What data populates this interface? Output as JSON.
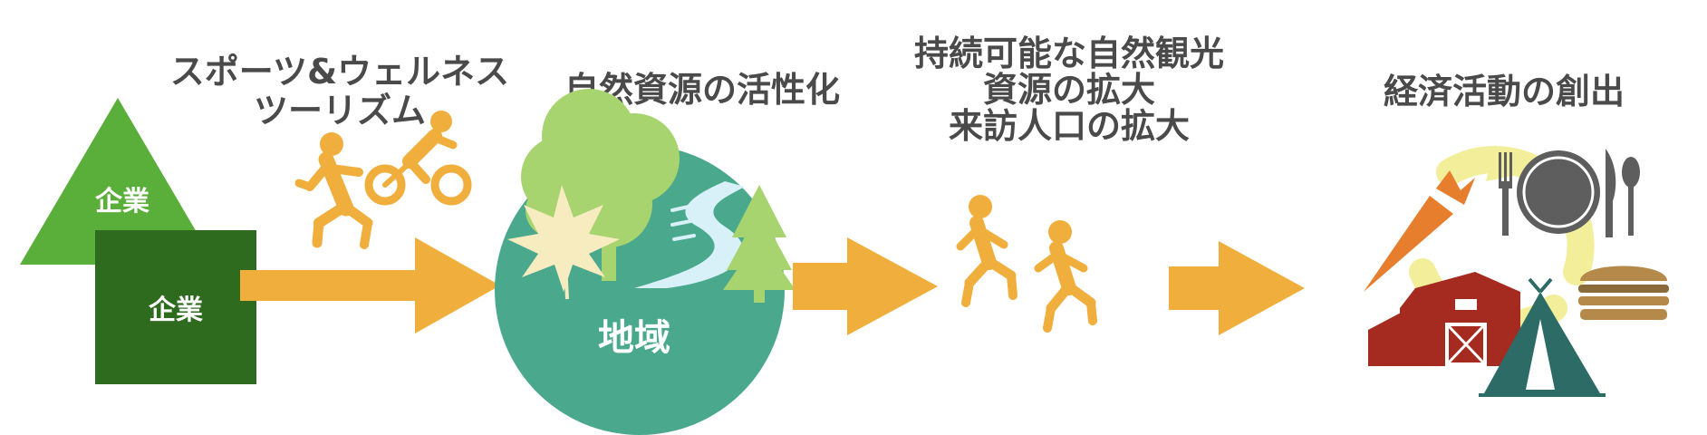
{
  "colors": {
    "orange": "#F0AE3C",
    "green_light": "#5AAE3A",
    "green_dark": "#2E6B1F",
    "region_circle": "#4AA88C",
    "tree_light": "#A7D46F",
    "river": "#D8F1F8",
    "text": "#4A4A4A",
    "barn": "#A52A1F",
    "tent": "#2C6B66",
    "plate": "#5E5E5E",
    "burger": "#B5894A",
    "carrot": "#E67E2E",
    "swirl": "#F2EE9A"
  },
  "stage1": {
    "company_top": "企業",
    "company_bottom": "企業",
    "heading_line1": "スポーツ&ウェルネス",
    "heading_line2": "ツーリズム"
  },
  "stage2": {
    "heading": "自然資源の活性化",
    "circle_label": "地域"
  },
  "stage3": {
    "heading_line1": "持続可能な自然観光",
    "heading_line2": "資源の拡大",
    "heading_line3": "来訪人口の拡大"
  },
  "stage4": {
    "heading": "経済活動の創出"
  },
  "icons": [
    "runner-icon",
    "cyclist-icon",
    "tree-icon",
    "maple-leaf-icon",
    "river-icon",
    "pine-tree-icon",
    "walker-icon",
    "fork-icon",
    "plate-icon",
    "knife-icon",
    "spoon-icon",
    "carrot-icon",
    "barn-icon",
    "tent-icon",
    "burger-icon"
  ]
}
